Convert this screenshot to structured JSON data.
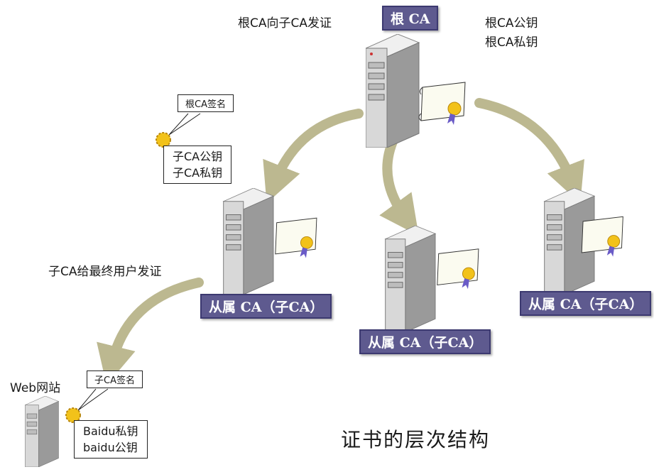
{
  "root": {
    "label": "根 CA",
    "issue_text": "根CA向子CA发证",
    "public_key": "根CA公钥",
    "private_key": "根CA私钥"
  },
  "sub_ca": {
    "label": "从属 CA（子CA）",
    "signature": "根CA签名",
    "public_key": "子CA公钥",
    "private_key": "子CA私钥",
    "issue_text": "子CA给最终用户发证"
  },
  "website": {
    "label": "Web网站",
    "signature": "子CA签名",
    "private_key": "Baidu私钥",
    "public_key": "baidu公钥"
  },
  "title": "证书的层次结构",
  "colors": {
    "label_bg": "#5e5a8f",
    "arrow": "#bcb890",
    "server_body": "#d8d8d8"
  }
}
